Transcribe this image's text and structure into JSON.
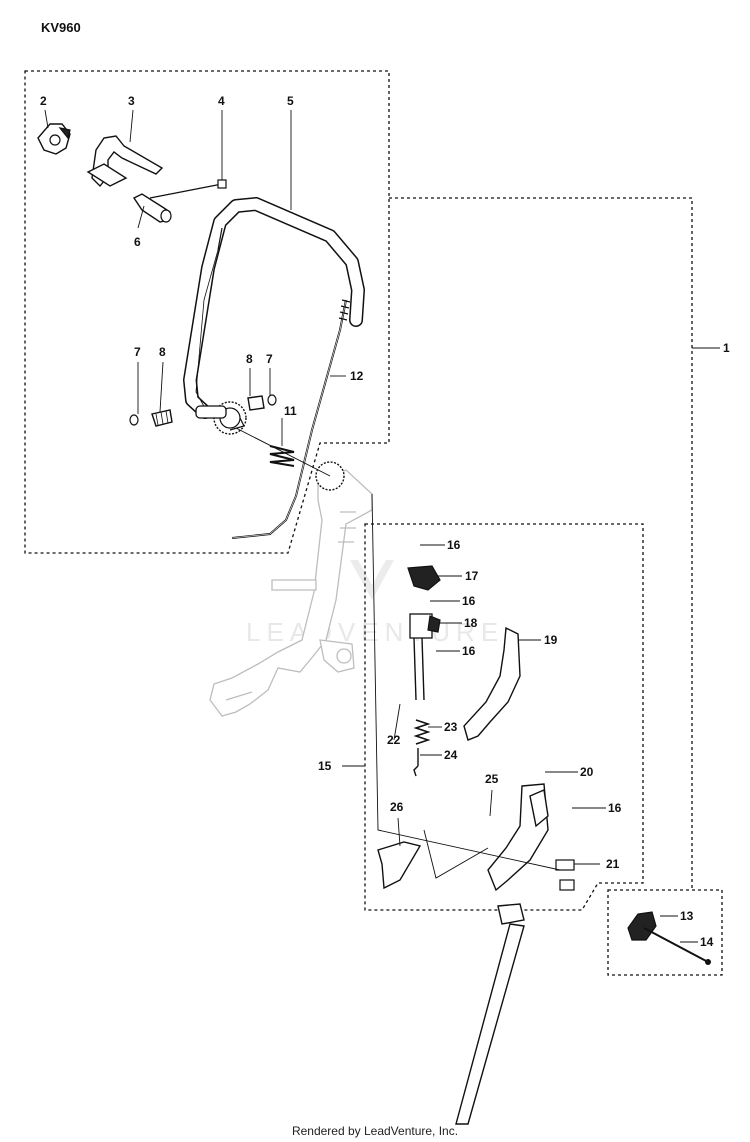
{
  "model_code": "KV960",
  "footer": "Rendered by LeadVenture, Inc.",
  "watermark": "LEADVENTURE",
  "callouts": {
    "c1": "1",
    "c2": "2",
    "c3": "3",
    "c4": "4",
    "c5": "5",
    "c6": "6",
    "c7a": "7",
    "c8a": "8",
    "c8b": "8",
    "c7b": "7",
    "c11": "11",
    "c12": "12",
    "c13": "13",
    "c14": "14",
    "c15": "15",
    "c16a": "16",
    "c17": "17",
    "c16b": "16",
    "c18": "18",
    "c16c": "16",
    "c19": "19",
    "c22": "22",
    "c23": "23",
    "c24": "24",
    "c20": "20",
    "c25": "25",
    "c16d": "16",
    "c26": "26",
    "c21": "21"
  }
}
